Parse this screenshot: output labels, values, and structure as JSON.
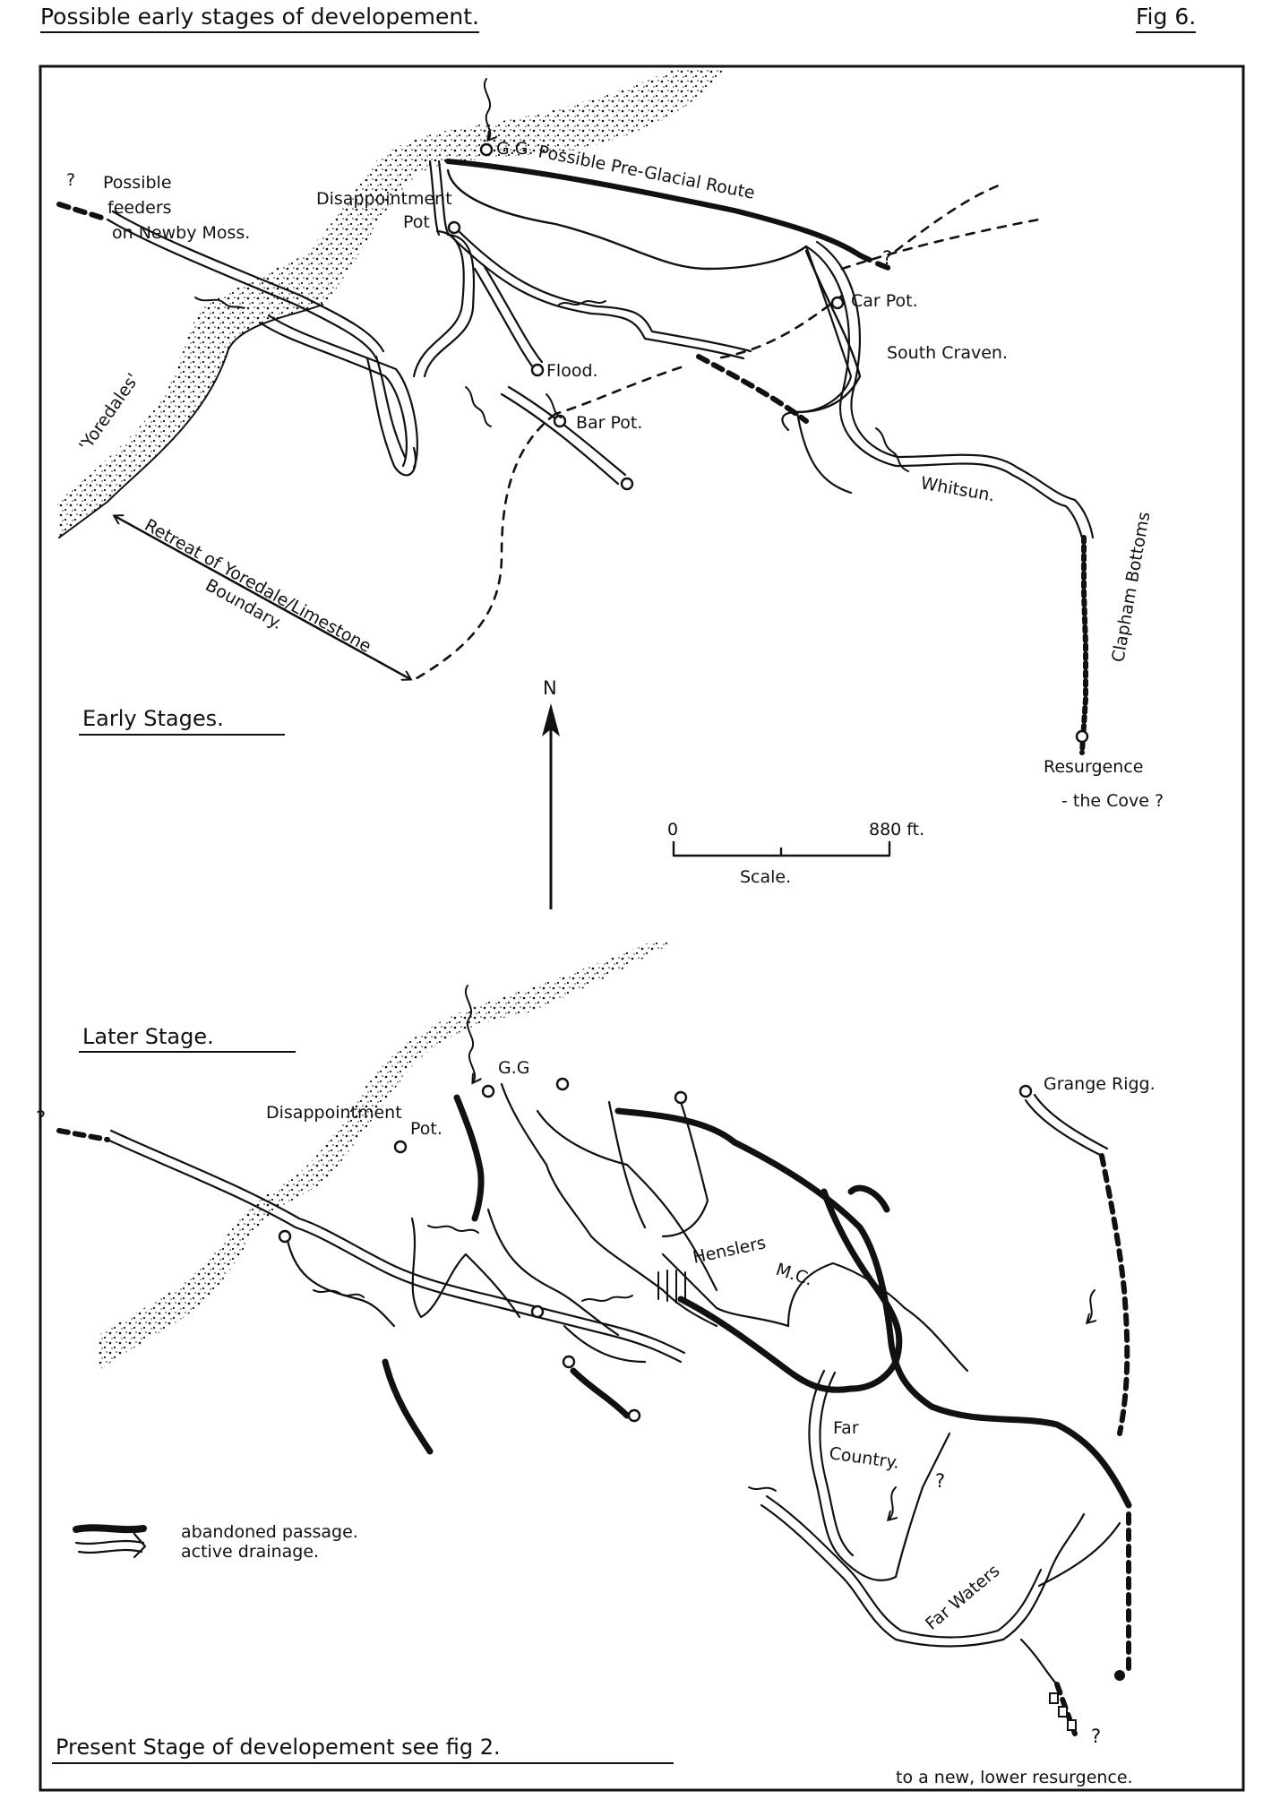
{
  "header": {
    "title": "Possible early stages of developement.",
    "fig_label": "Fig 6."
  },
  "early": {
    "stage_title": "Early Stages.",
    "labels": {
      "gg": "G.G.",
      "preglacial": "Possible Pre-Glacial Route",
      "possible_feeders_q": "?",
      "possible_feeders_1": "Possible",
      "possible_feeders_2": "feeders",
      "possible_feeders_3": "on Newby Moss.",
      "disappointment_1": "Disappointment",
      "disappointment_2": "Pot",
      "yoredales": "'Yoredales'",
      "flood": "Flood.",
      "bar_pot": "Bar Pot.",
      "car_pot": "Car Pot.",
      "south_craven": "South Craven.",
      "whitsun": "Whitsun.",
      "clapham_bottoms": "Clapham Bottoms",
      "route_q": "?",
      "retreat_1": "Retreat of Yoredale/Limestone",
      "retreat_2": "Boundary.",
      "resurgence_1": "Resurgence",
      "resurgence_2": "- the Cove ?"
    }
  },
  "north": {
    "label": "N"
  },
  "scale": {
    "zero": "0",
    "max": "880 ft.",
    "label": "Scale."
  },
  "later": {
    "stage_title": "Later Stage.",
    "labels": {
      "gg": "G.G",
      "disappointment": "Disappointment",
      "pot": "Pot.",
      "feeders_q": "?",
      "grange_rigg": "Grange Rigg.",
      "henslers_1": "Henslers",
      "henslers_2": "M.C.",
      "far_country_1": "Far",
      "far_country_2": "Country.",
      "far_country_q": "?",
      "far_waters": "Far Waters",
      "resurgence_q": "?",
      "new_resurgence": "to a new, lower resurgence."
    }
  },
  "legend": {
    "abandoned": "abandoned passage.",
    "active": "active drainage."
  },
  "footer": {
    "present_stage": "Present Stage of developement see fig 2."
  },
  "colors": {
    "ink": "#111111",
    "paper": "#ffffff"
  }
}
